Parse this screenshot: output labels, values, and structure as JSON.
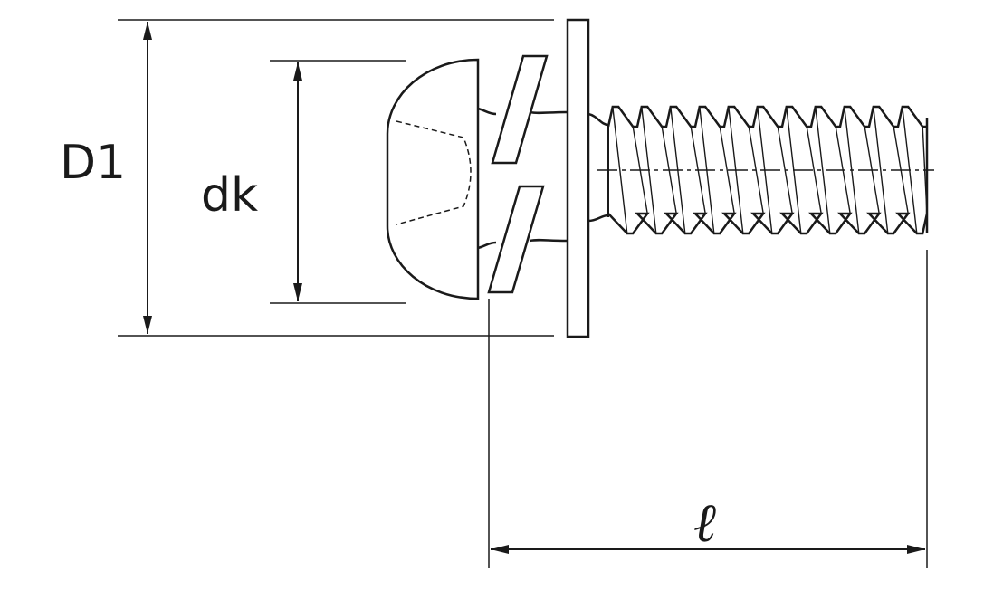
{
  "labels": {
    "d1": "D1",
    "dk": "dk",
    "length": "ℓ"
  },
  "colors": {
    "line": "#1a1a1a",
    "background": "#ffffff"
  },
  "parts": [
    "screw-head",
    "spring-washer",
    "flat-washer",
    "threaded-shank"
  ]
}
